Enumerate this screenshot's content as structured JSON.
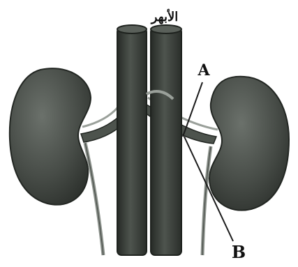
{
  "labels": {
    "top": "الأبهر",
    "a": "A",
    "b": "B"
  },
  "colors": {
    "background": "#ffffff",
    "organ_dark": "#3a3e3a",
    "organ_mid": "#5b615b",
    "vessel_dark": "#2f332f",
    "vessel_light": "#9aa09a",
    "line": "#1a1a1a"
  }
}
